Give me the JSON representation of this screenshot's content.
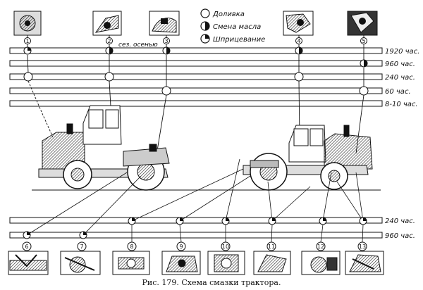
{
  "legend": [
    {
      "symbol": "empty",
      "label": "Доливка"
    },
    {
      "symbol": "half",
      "label": "Смена масла"
    },
    {
      "symbol": "quarter",
      "label": "Шприцевание"
    }
  ],
  "top_bars": [
    "1920 час.",
    "960 час.",
    "240 час.",
    "60 час.",
    "8-10 час."
  ],
  "bottom_bars": [
    "240 час.",
    "960 час."
  ],
  "seasonal_note": "сез. осенью",
  "top_points": [
    {
      "num": "1",
      "markers": [
        {
          "bar": 0,
          "symbol": "quarter"
        },
        {
          "bar": 2,
          "symbol": "empty"
        }
      ]
    },
    {
      "num": "2",
      "markers": [
        {
          "bar": 0,
          "symbol": "half"
        },
        {
          "bar": 2,
          "symbol": "empty"
        }
      ]
    },
    {
      "num": "3",
      "markers": [
        {
          "bar": 0,
          "symbol": "half"
        },
        {
          "bar": 3,
          "symbol": "empty"
        }
      ]
    },
    {
      "num": "4",
      "markers": [
        {
          "bar": 0,
          "symbol": "half"
        },
        {
          "bar": 2,
          "symbol": "empty"
        }
      ]
    },
    {
      "num": "5",
      "markers": [
        {
          "bar": 1,
          "symbol": "half"
        },
        {
          "bar": 3,
          "symbol": "empty"
        }
      ]
    }
  ],
  "bottom_points": [
    {
      "num": "6",
      "symbol": "quarter"
    },
    {
      "num": "7",
      "symbol": "quarter"
    },
    {
      "num": "8",
      "symbol": "quarter"
    },
    {
      "num": "9",
      "symbol": "quarter"
    },
    {
      "num": "10",
      "symbol": "quarter"
    },
    {
      "num": "11",
      "symbol": "quarter"
    },
    {
      "num": "12",
      "symbol": "quarter"
    },
    {
      "num": "13",
      "symbol": "quarter"
    }
  ],
  "caption": "Рис. 179. Схема смазки трактора."
}
